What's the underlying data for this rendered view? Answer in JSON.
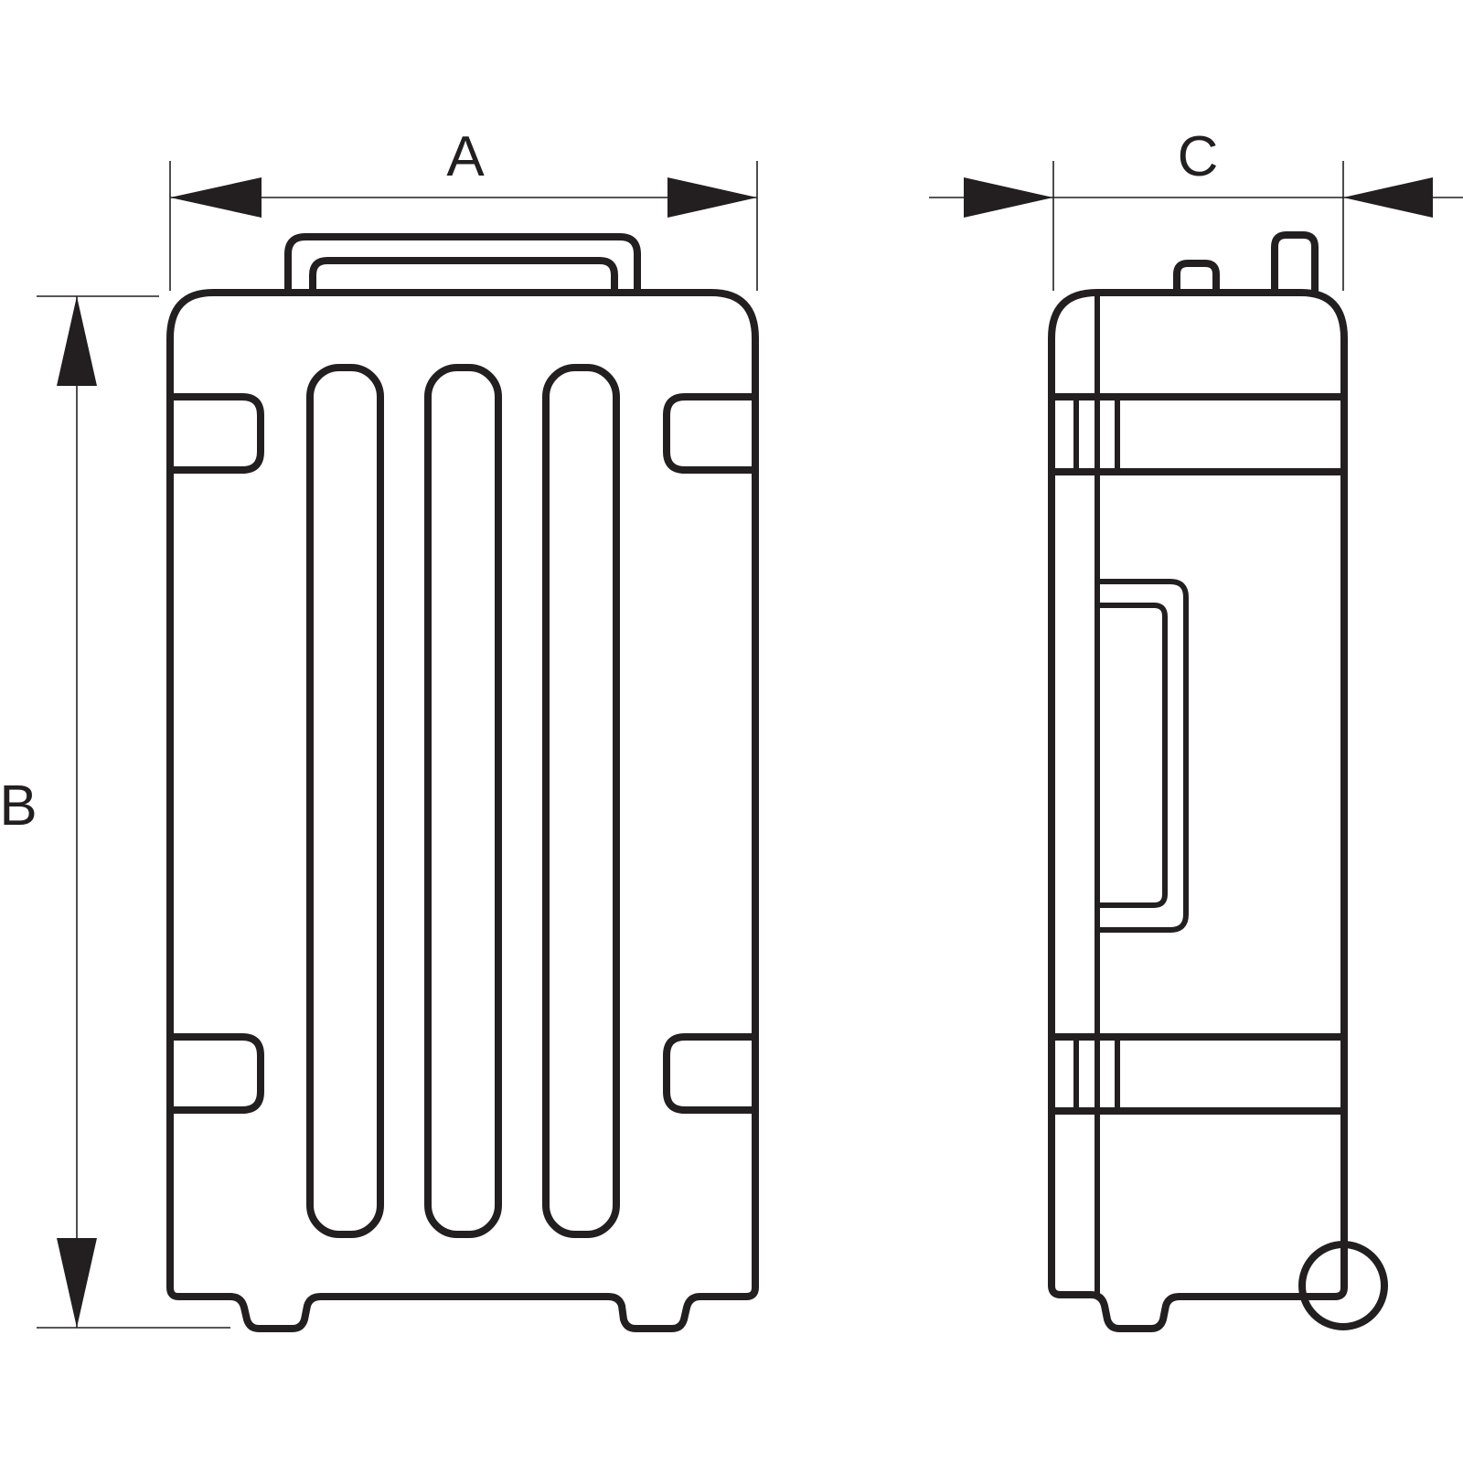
{
  "dimensions": {
    "width_label": "A",
    "height_label": "B",
    "depth_label": "C"
  }
}
